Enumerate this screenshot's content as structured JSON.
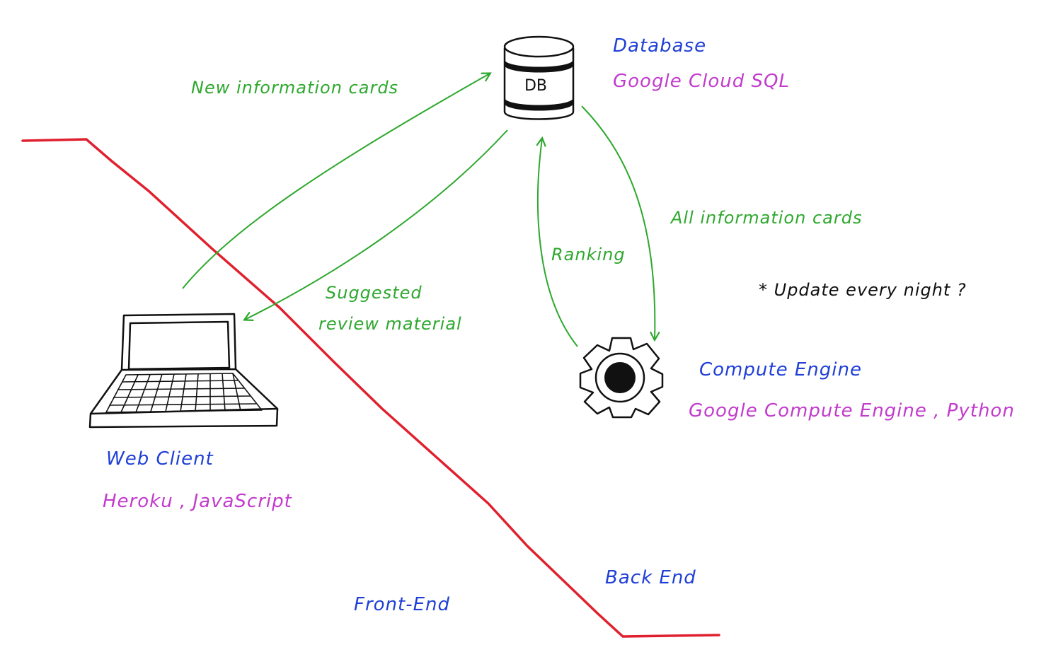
{
  "database": {
    "name": "Database",
    "tech": "Google Cloud  SQL",
    "icon_label": "DB",
    "icon": "database-icon"
  },
  "web_client": {
    "name": "Web Client",
    "tech": "Heroku , JavaScript",
    "icon": "laptop-icon"
  },
  "compute": {
    "name": "Compute  Engine",
    "tech": "Google Compute  Engine , Python",
    "icon": "gear-icon"
  },
  "edges": {
    "new_cards": "New information cards",
    "suggested_line1": "Suggested",
    "suggested_line2": "review material",
    "all_cards": "All information  cards",
    "ranking": "Ranking"
  },
  "note": "* Update every night ?",
  "zones": {
    "front_end": "Front-End",
    "back_end": "Back End"
  },
  "colors": {
    "divider": "#e0202e",
    "arrows": "#2ea82e",
    "component_names": "#1f3fd6",
    "technologies": "#c23bcc"
  }
}
